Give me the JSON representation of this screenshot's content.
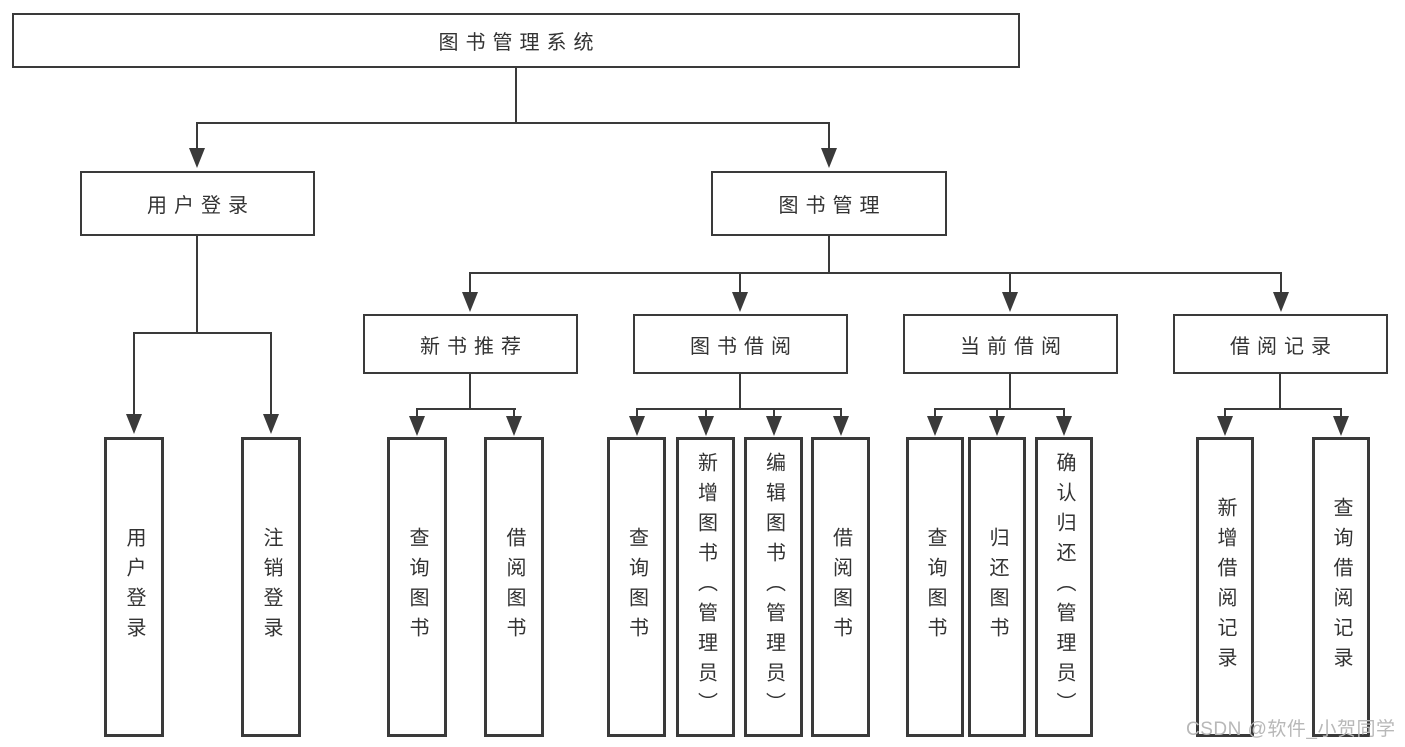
{
  "diagram": {
    "root": {
      "label": "图书管理系统"
    },
    "level2": [
      {
        "label": "用户登录"
      },
      {
        "label": "图书管理"
      }
    ],
    "level3": [
      {
        "label": "新书推荐"
      },
      {
        "label": "图书借阅"
      },
      {
        "label": "当前借阅"
      },
      {
        "label": "借阅记录"
      }
    ],
    "leaves": [
      {
        "label": "用户登录"
      },
      {
        "label": "注销登录"
      },
      {
        "label": "查询图书"
      },
      {
        "label": "借阅图书"
      },
      {
        "label": "查询图书"
      },
      {
        "label": "新增图书（管理员）"
      },
      {
        "label": "编辑图书（管理员）"
      },
      {
        "label": "借阅图书"
      },
      {
        "label": "查询图书"
      },
      {
        "label": "归还图书"
      },
      {
        "label": "确认归还（管理员）"
      },
      {
        "label": "新增借阅记录"
      },
      {
        "label": "查询借阅记录"
      }
    ],
    "watermark": "CSDN @软件_小贺同学",
    "colors": {
      "line": "#3a3a3a",
      "box_border": "#3a3a3a",
      "box_fill": "#ffffff",
      "text": "#333333",
      "watermark": "#b8b8b8"
    }
  }
}
